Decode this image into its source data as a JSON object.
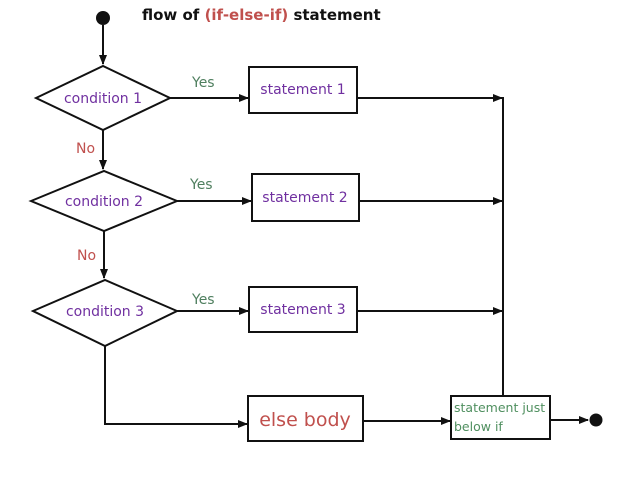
{
  "title": {
    "before": "flow of ",
    "highlight": "(if-else-if)",
    "after": " statement"
  },
  "conditions": [
    "condition 1",
    "condition 2",
    "condition 3"
  ],
  "statements": [
    "statement 1",
    "statement 2",
    "statement 3"
  ],
  "yes_label": "Yes",
  "no_label": "No",
  "else_body": "else body",
  "below_if": {
    "line1": "statement just",
    "line2": "below if"
  },
  "colors": {
    "title_highlight": "#c0504d",
    "condition_text": "#7030a0",
    "statement_text": "#7030a0",
    "yes_text": "#4f7f5f",
    "no_text": "#c0504d",
    "else_text": "#c0504d",
    "below_if_text": "#4f8f5f"
  }
}
